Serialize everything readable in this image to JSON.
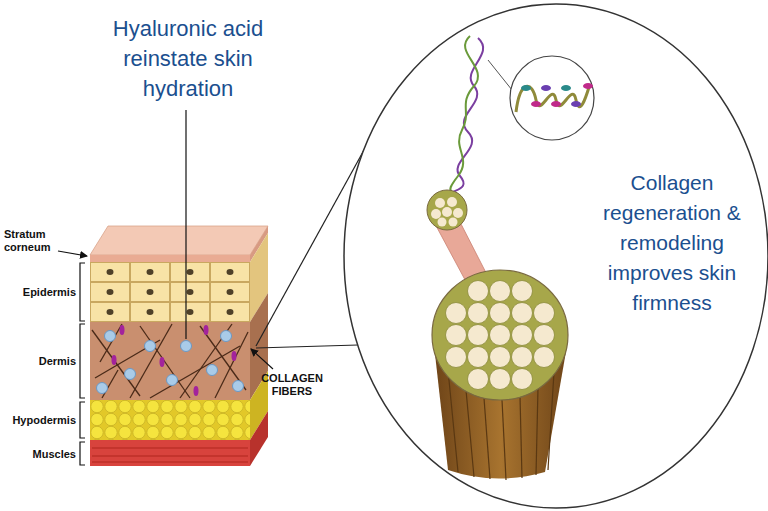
{
  "diagram": {
    "nodes": [
      {
        "text": [
          "Collagen regeneration & remodeling improves skin firmness"
        ]
      }
    ],
    "labels": [
      "Hyaluronic acid reinstate skin hydration",
      "Stratum corneum",
      "Epidermis",
      "Dermis",
      "Hypodermis",
      "Muscles",
      "COLLAGEN FIBERS"
    ]
  }
}
